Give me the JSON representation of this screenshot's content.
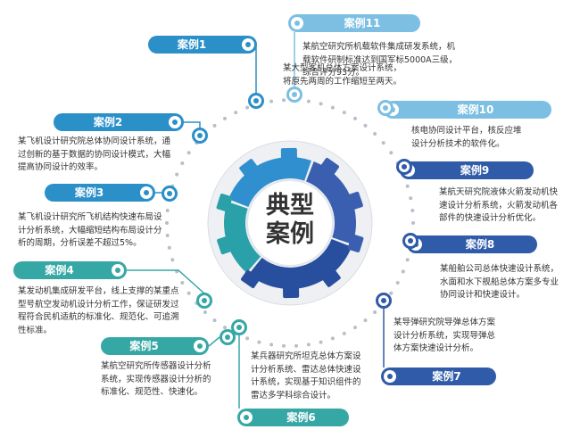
{
  "center": {
    "title": "典型\n案例"
  },
  "cases": [
    {
      "id": 1,
      "label": "案例1",
      "text": "某大型客机总体方案设计系统，\n将原先两周的工作缩短至两天。",
      "color": "#2b8fc8"
    },
    {
      "id": 2,
      "label": "案例2",
      "text": "某飞机设计研究院总体协同设计系统，通\n过创新的基于数据的协同设计模式，大幅\n提高协同设计的效率。",
      "color": "#2b8fc8"
    },
    {
      "id": 3,
      "label": "案例3",
      "text": "某飞机设计研究所飞机结构快速布局设\n计分析系统，大幅缩短结构布局设计分\n析的周期，分析误差不超过5%。",
      "color": "#2b8fc8"
    },
    {
      "id": 4,
      "label": "案例4",
      "text": "某发动机集成研发平台，线上支撑的某重点\n型号航空发动机设计分析工作，保证研发过\n程符合民机适航的标准化、规范化、可追溯\n性标准。",
      "color": "#35a7a5"
    },
    {
      "id": 5,
      "label": "案例5",
      "text": "某航空研究所传感器设计分析\n系统，实现传感器设计分析的\n标准化、规范性、快速化。",
      "color": "#35a7a5"
    },
    {
      "id": 6,
      "label": "案例6",
      "text": "某兵器研究所坦克总体方案设\n计分析系统、雷达总体快速设\n计系统，实现基于知识组件的\n雷达多学科综合设计。",
      "color": "#35a7a5"
    },
    {
      "id": 7,
      "label": "案例7",
      "text": "某导弹研究院导弹总体方案\n设计分析系统，实现导弹总\n体方案快速设计分析。",
      "color": "#2f5ba8"
    },
    {
      "id": 8,
      "label": "案例8",
      "text": "某船舶公司总体快速设计系统，\n水面和水下舰船总体方案多专业\n协同设计和快速设计。",
      "color": "#2f5ba8"
    },
    {
      "id": 9,
      "label": "案例9",
      "text": "某航天研究院液体火箭发动机快\n速设计分析系统，火箭发动机各\n部件的快速设计分析优化。",
      "color": "#2f5ba8"
    },
    {
      "id": 10,
      "label": "案例10",
      "text": "核电协同设计平台，核反应堆\n设计分析技术的软件化。",
      "color": "#7dbfe2"
    },
    {
      "id": 11,
      "label": "案例11",
      "text": "某航空研究所机载软件集成研发系统，机\n载软件研制标准达到国军标5000A三级，\n综合评分93分。",
      "color": "#7dbfe2"
    }
  ]
}
